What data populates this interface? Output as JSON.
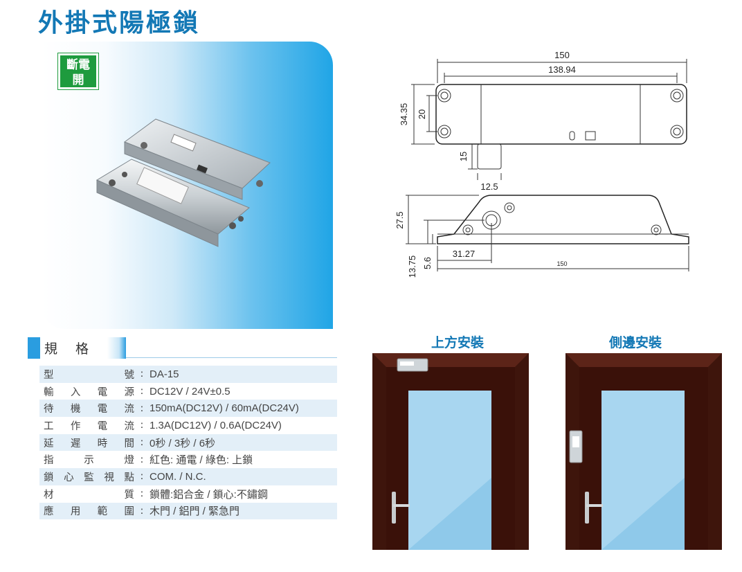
{
  "title": "外掛式陽極鎖",
  "badge": {
    "line1": "斷電",
    "line2": "開"
  },
  "spec_heading": "規格",
  "specs": [
    {
      "key": [
        "型",
        "號"
      ],
      "value": "DA-15"
    },
    {
      "key": [
        "輸",
        "入",
        "電",
        "源"
      ],
      "value": "DC12V / 24V±0.5"
    },
    {
      "key": [
        "待",
        "機",
        "電",
        "流"
      ],
      "value": "150mA(DC12V) / 60mA(DC24V)"
    },
    {
      "key": [
        "工",
        "作",
        "電",
        "流"
      ],
      "value": "1.3A(DC12V)  / 0.6A(DC24V)"
    },
    {
      "key": [
        "延",
        "遲",
        "時",
        "間"
      ],
      "value": "0秒 / 3秒 / 6秒"
    },
    {
      "key": [
        "指",
        "示",
        "燈"
      ],
      "value": "紅色: 通電 / 綠色: 上鎖"
    },
    {
      "key": [
        "鎖",
        "心",
        "監",
        "視",
        "點"
      ],
      "value": "COM. / N.C."
    },
    {
      "key": [
        "材",
        "質"
      ],
      "value": "鎖體:鋁合金 / 鎖心:不鏽鋼"
    },
    {
      "key": [
        "應",
        "用",
        "範",
        "圍"
      ],
      "value": "木門 / 鋁門 / 緊急門"
    }
  ],
  "dimensions": {
    "overall_length": "150",
    "hole_spacing": "138.94",
    "width": "34.35",
    "hole_pitch": "20",
    "bolt_length": "15",
    "bolt_diameter": "12.5",
    "height": "27.5",
    "bolt_offset": "31.27",
    "base_height": "13.75",
    "base_offset": "5.6",
    "side_length": "150"
  },
  "mounting": {
    "top": "上方安裝",
    "side": "側邊安裝"
  },
  "colors": {
    "accent": "#1378b5",
    "badge": "#1e9b3e",
    "door_frame": "#4a1a10",
    "glass": "#8fc9ea"
  }
}
